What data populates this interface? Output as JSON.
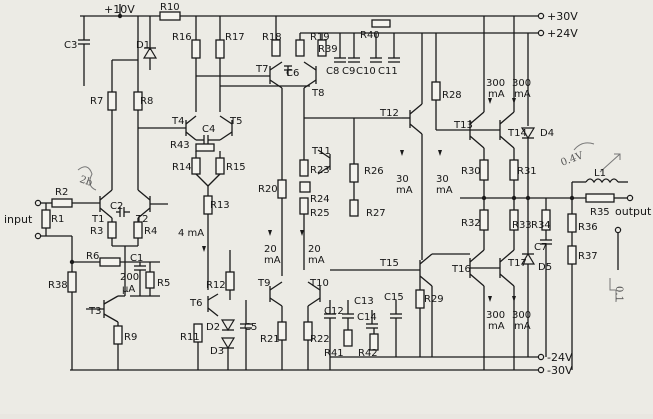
{
  "rails": {
    "plus10": "+10V",
    "plus30": "+30V",
    "plus24": "+24V",
    "minus24": "-24V",
    "minus30": "-30V"
  },
  "components": {
    "resistors": [
      "R1",
      "R2",
      "R3",
      "R4",
      "R5",
      "R6",
      "R7",
      "R8",
      "R9",
      "R10",
      "R11",
      "R12",
      "R13",
      "R14",
      "R15",
      "R16",
      "R17",
      "R18",
      "R19",
      "R20",
      "R21",
      "R22",
      "R23",
      "R24",
      "R25",
      "R26",
      "R27",
      "R28",
      "R29",
      "R30",
      "R31",
      "R32",
      "R33",
      "R34",
      "R35",
      "R36",
      "R37",
      "R38",
      "R39",
      "R40",
      "R41",
      "R42",
      "R43"
    ],
    "capacitors": [
      "C1",
      "C2",
      "C3",
      "C4",
      "C5",
      "C6",
      "C7",
      "C8",
      "C9",
      "C10",
      "C11",
      "C12",
      "C13",
      "C14",
      "C15"
    ],
    "transistors": [
      "T1",
      "T2",
      "T3",
      "T4",
      "T5",
      "T6",
      "T7",
      "T8",
      "T9",
      "T10",
      "T11",
      "T12",
      "T13",
      "T14",
      "T15",
      "T16",
      "T17"
    ],
    "diodes": [
      "D1",
      "D2",
      "D3",
      "D4",
      "D5"
    ],
    "inductors": [
      "L1"
    ]
  },
  "currents": {
    "c200ua": "200",
    "c200ua_unit": "µA",
    "c4ma": "4 mA",
    "c20ma_a": "20",
    "c20ma_a_unit": "mA",
    "c20ma_b": "20",
    "c20ma_b_unit": "mA",
    "c30ma_a": "30",
    "c30ma_a_unit": "mA",
    "c30ma_b": "30",
    "c30ma_b_unit": "mA",
    "c300ma_1": "300",
    "c300ma_1_unit": "mA",
    "c300ma_2": "300",
    "c300ma_2_unit": "mA",
    "c300ma_3": "300",
    "c300ma_3_unit": "mA",
    "c300ma_4": "300",
    "c300ma_4_unit": "mA"
  },
  "io": {
    "input": "input",
    "output": "output"
  },
  "handwritten": {
    "note_right_top": "0.4V",
    "note_right_bottom": "0.1",
    "note_input": "2b"
  }
}
